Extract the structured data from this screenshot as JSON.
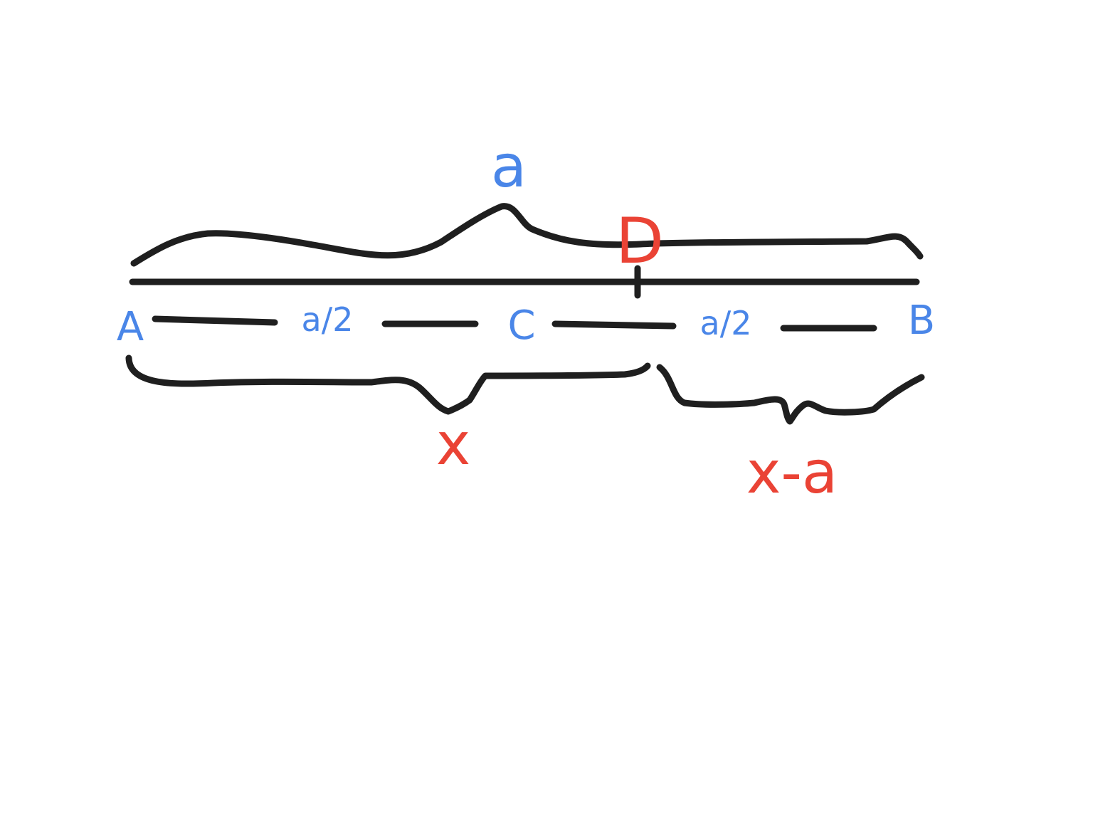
{
  "colors": {
    "ink": "#1f1f1f",
    "blue": "#4a86e8",
    "red": "#ea4335",
    "background": "#ffffff"
  },
  "labels": {
    "top_length": "a",
    "point_d": "D",
    "point_a": "A",
    "point_c": "C",
    "point_b": "B",
    "half_left": "a/2",
    "half_right": "a/2",
    "bottom_left": "x",
    "bottom_right": "x-a"
  }
}
